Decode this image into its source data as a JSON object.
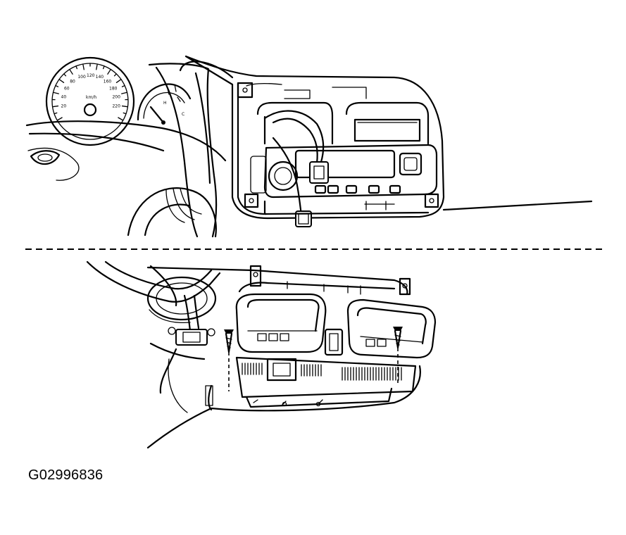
{
  "figure": {
    "id": "G02996836"
  },
  "speedometer": {
    "unit": "km/h",
    "scale": [
      "20",
      "40",
      "60",
      "80",
      "100",
      "120",
      "140",
      "160",
      "180",
      "200",
      "220"
    ]
  },
  "tachometer": {
    "scale": [
      "H",
      "C"
    ]
  }
}
